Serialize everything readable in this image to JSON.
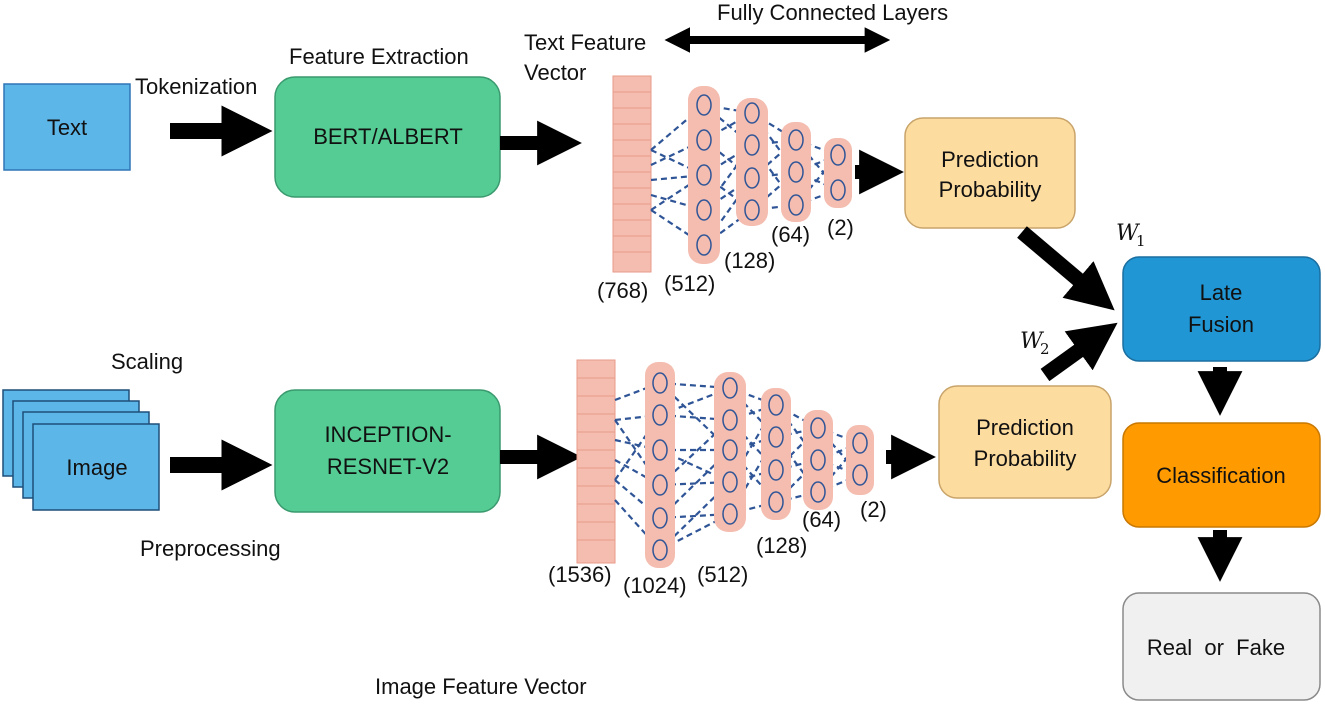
{
  "colors": {
    "input_box": "#5DB6E8",
    "encoder_box": "#55CC94",
    "prob_box": "#FDDCA0",
    "fusion_box": "#2196D4",
    "class_box": "#FF9A00",
    "output_box": "#F0F0F0",
    "layer_fill": "#F4BDB0",
    "connection": "#2F5597",
    "arrow": "#000000"
  },
  "labels": {
    "tokenization": "Tokenization",
    "feature_extraction": "Feature Extraction",
    "text_feature_vector_1": "Text Feature",
    "text_feature_vector_2": "Vector",
    "fully_connected": "Fully Connected Layers",
    "scaling": "Scaling",
    "preprocessing": "Preprocessing",
    "image_feature_vector": "Image Feature Vector"
  },
  "boxes": {
    "text_input": "Text",
    "image_input": "Image",
    "text_encoder": "BERT/ALBERT",
    "image_encoder_1": "INCEPTION-",
    "image_encoder_2": "RESNET-V2",
    "text_prob_1": "Prediction",
    "text_prob_2": "Probability",
    "image_prob_1": "Prediction",
    "image_prob_2": "Probability",
    "late_fusion_1": "Late",
    "late_fusion_2": "Fusion",
    "classification": "Classification",
    "output": "Real  or  Fake"
  },
  "weights": {
    "w1": "W",
    "w1_sub": "1",
    "w2": "W",
    "w2_sub": "2"
  },
  "text_branch_layers": [
    "(768)",
    "(512)",
    "(128)",
    "(64)",
    "(2)"
  ],
  "image_branch_layers": [
    "(1536)",
    "(1024)",
    "(512)",
    "(128)",
    "(64)",
    "(2)"
  ]
}
